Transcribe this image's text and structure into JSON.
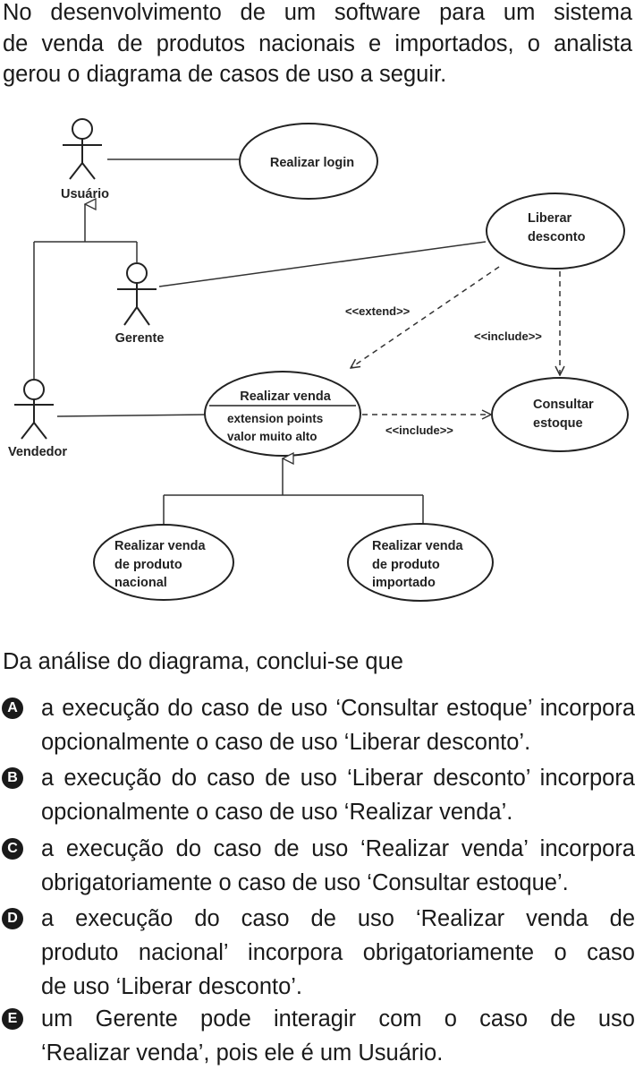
{
  "intro": {
    "lines": [
      "No desenvolvimento de um software para um sistema",
      "de venda de produtos nacionais e importados, o analista",
      "gerou o diagrama de casos de uso a seguir."
    ]
  },
  "diagram": {
    "actors": {
      "usuario": "Usuário",
      "gerente": "Gerente",
      "vendedor": "Vendedor"
    },
    "use_cases": {
      "realizar_login": "Realizar login",
      "liberar_desconto_1": "Liberar",
      "liberar_desconto_2": "desconto",
      "consultar_estoque_1": "Consultar",
      "consultar_estoque_2": "estoque",
      "realizar_venda": "Realizar venda",
      "extension_points": "extension points",
      "valor_muito_alto": "valor muito alto",
      "nacional_1": "Realizar venda",
      "nacional_2": "de produto",
      "nacional_3": "nacional",
      "importado_1": "Realizar venda",
      "importado_2": "de produto",
      "importado_3": "importado"
    },
    "relations": {
      "extend": "<<extend>>",
      "include_desconto": "<<include>>",
      "include_venda": "<<include>>"
    }
  },
  "question": {
    "stem": "Da análise do diagrama, conclui-se que",
    "options": [
      {
        "letter": "A",
        "lines": [
          "a execução do caso de uso ‘Consultar estoque’ incorpora",
          "opcionalmente o caso de uso ‘Liberar desconto’."
        ]
      },
      {
        "letter": "B",
        "lines": [
          "a execução do caso de uso ‘Liberar desconto’ incorpora",
          "opcionalmente o caso de uso ‘Realizar venda’."
        ]
      },
      {
        "letter": "C",
        "lines": [
          "a execução do caso de uso ‘Realizar venda’ incorpora",
          "obrigatoriamente o caso de uso ‘Consultar estoque’."
        ]
      },
      {
        "letter": "D",
        "lines": [
          "a execução do caso de uso ‘Realizar venda de",
          "produto nacional’ incorpora obrigatoriamente o caso",
          "de uso ‘Liberar desconto’."
        ]
      },
      {
        "letter": "E",
        "lines": [
          "um Gerente pode interagir com o caso de uso",
          "‘Realizar venda’, pois ele é um Usuário."
        ]
      }
    ]
  }
}
